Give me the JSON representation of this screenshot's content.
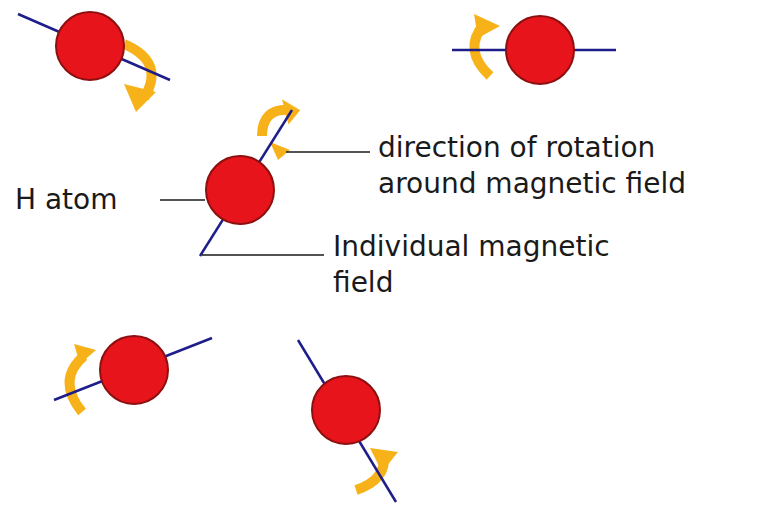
{
  "diagram": {
    "labels": [
      "direction of rotation around magnetic field",
      "H atom",
      "Individual magnetic field"
    ]
  }
}
